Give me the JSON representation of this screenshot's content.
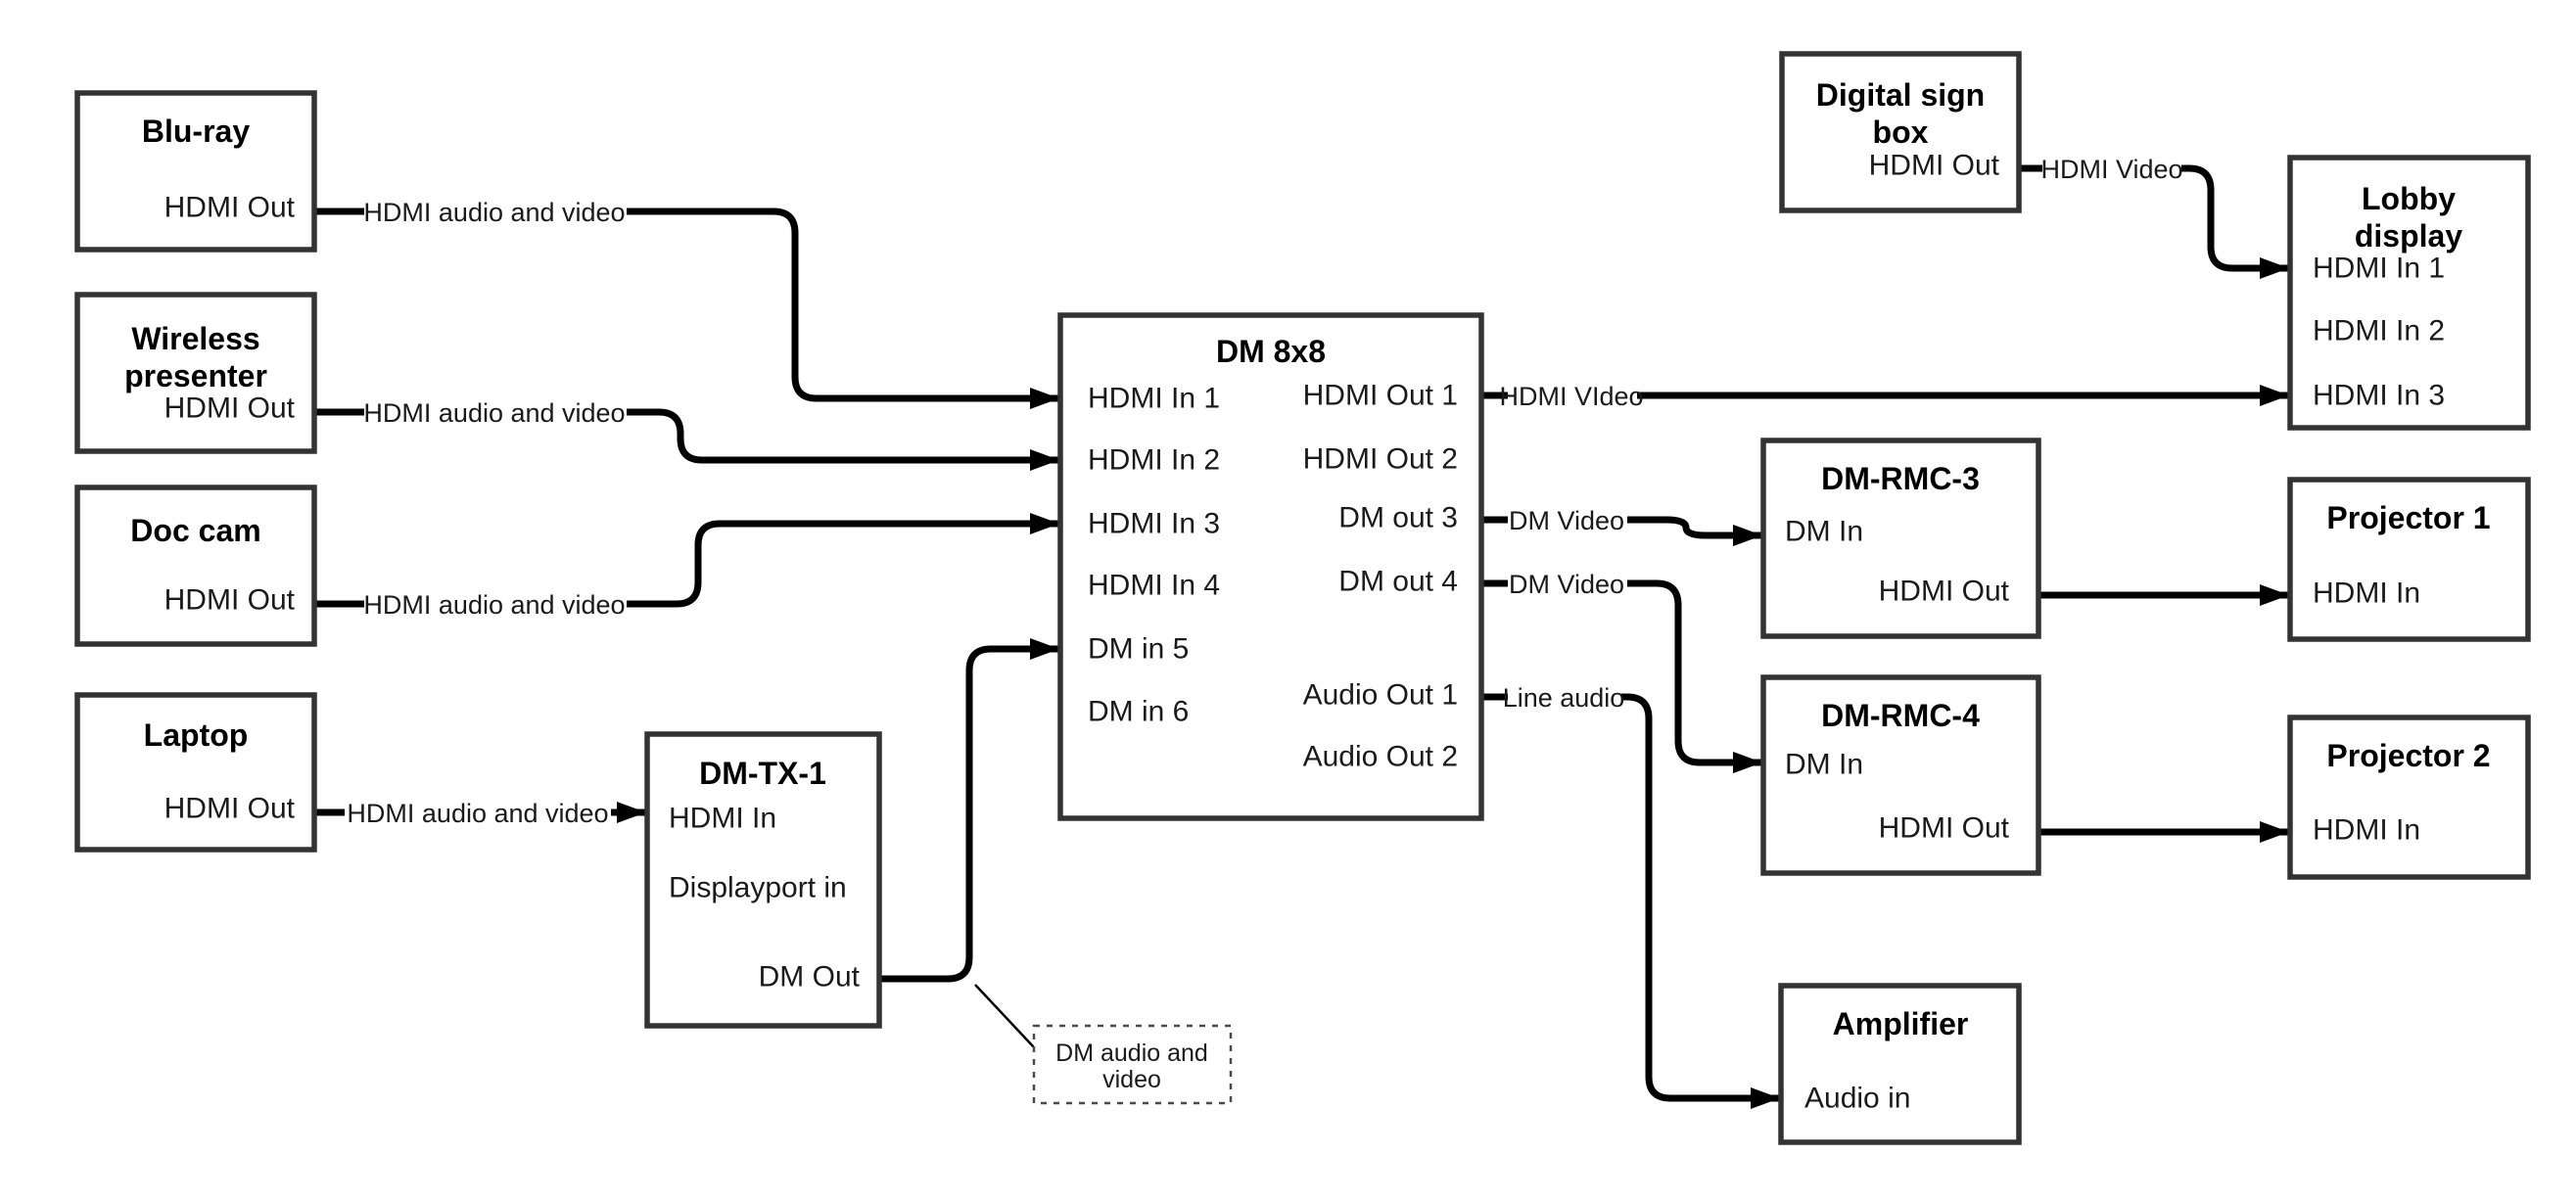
{
  "diagram": {
    "colors": {
      "background": "#ffffff",
      "box_border": "#333333",
      "wire": "#000000",
      "text": "#000000"
    },
    "nodes": {
      "bluray": {
        "title": "Blu-ray",
        "port_hdmi_out": "HDMI Out"
      },
      "wireless_presenter": {
        "title_line1": "Wireless",
        "title_line2": "presenter",
        "port_hdmi_out": "HDMI Out"
      },
      "doc_cam": {
        "title": "Doc cam",
        "port_hdmi_out": "HDMI Out"
      },
      "laptop": {
        "title": "Laptop",
        "port_hdmi_out": "HDMI Out"
      },
      "dm_tx_1": {
        "title": "DM-TX-1",
        "port_hdmi_in": "HDMI In",
        "port_displayport_in": "Displayport in",
        "port_dm_out": "DM Out"
      },
      "dm_8x8": {
        "title": "DM 8x8",
        "port_hdmi_in_1": "HDMI In 1",
        "port_hdmi_in_2": "HDMI In 2",
        "port_hdmi_in_3": "HDMI In 3",
        "port_hdmi_in_4": "HDMI In 4",
        "port_dm_in_5": "DM in 5",
        "port_dm_in_6": "DM in 6",
        "port_hdmi_out_1": "HDMI Out 1",
        "port_hdmi_out_2": "HDMI Out 2",
        "port_dm_out_3": "DM out 3",
        "port_dm_out_4": "DM out 4",
        "port_audio_out_1": "Audio Out 1",
        "port_audio_out_2": "Audio Out 2"
      },
      "digital_sign_box": {
        "title_line1": "Digital sign",
        "title_line2": "box",
        "port_hdmi_out": "HDMI Out"
      },
      "lobby_display": {
        "title_line1": "Lobby",
        "title_line2": "display",
        "port_hdmi_in_1": "HDMI In 1",
        "port_hdmi_in_2": "HDMI In 2",
        "port_hdmi_in_3": "HDMI In 3"
      },
      "dm_rmc_3": {
        "title": "DM-RMC-3",
        "port_dm_in": "DM In",
        "port_hdmi_out": "HDMI Out"
      },
      "projector_1": {
        "title": "Projector 1",
        "port_hdmi_in": "HDMI In"
      },
      "dm_rmc_4": {
        "title": "DM-RMC-4",
        "port_dm_in": "DM In",
        "port_hdmi_out": "HDMI Out"
      },
      "projector_2": {
        "title": "Projector 2",
        "port_hdmi_in": "HDMI In"
      },
      "amplifier": {
        "title": "Amplifier",
        "port_audio_in": "Audio in"
      }
    },
    "note": {
      "line1": "DM audio and",
      "line2": "video"
    },
    "connection_labels": {
      "bluray_to_dm8x8": "HDMI audio and video",
      "wireless_to_dm8x8": "HDMI audio and video",
      "doccam_to_dm8x8": "HDMI audio and video",
      "laptop_to_dmtx1": "HDMI audio and video",
      "hdmi_out_1_to_lobby": "HDMI VIdeo",
      "dm_out_3_to_rmc3": "DM Video",
      "dm_out_4_to_rmc4": "DM Video",
      "audio_out_1_to_amplifier": "Line audio",
      "digital_sign_to_lobby": "HDMI Video"
    }
  }
}
